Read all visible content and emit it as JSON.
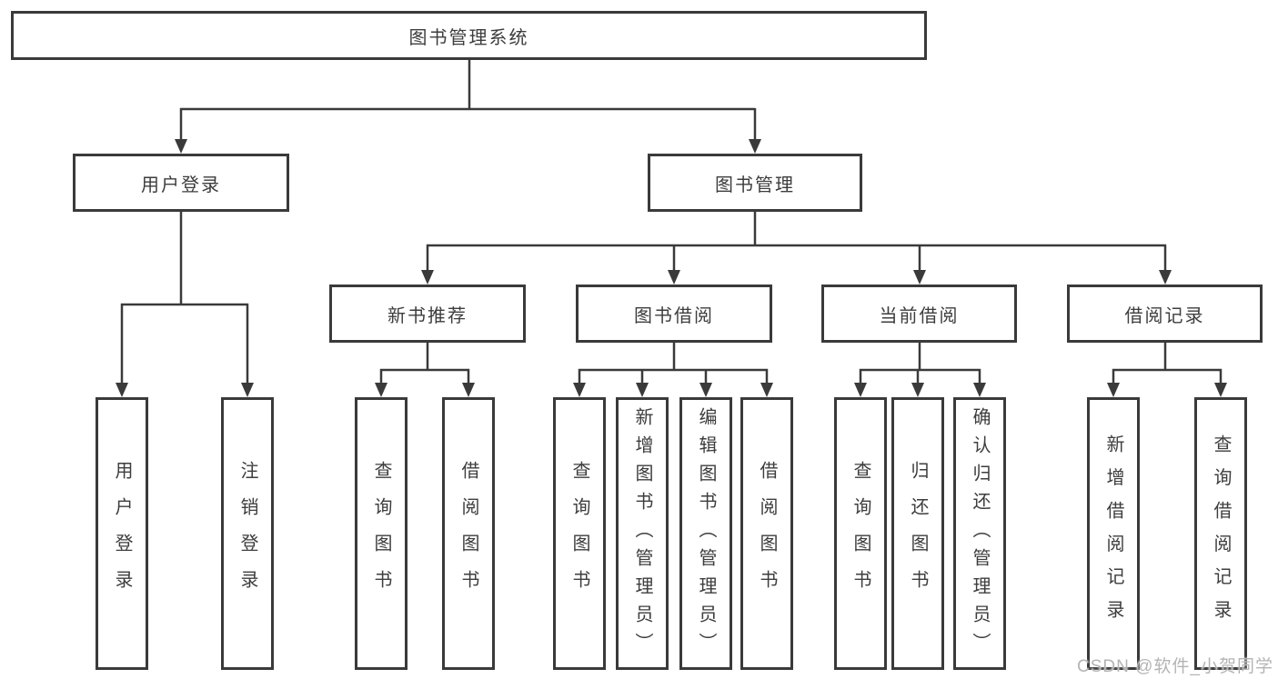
{
  "tree": {
    "label": "图书管理系统",
    "children": [
      {
        "label": "用户登录",
        "children": [
          {
            "label": "用户登录"
          },
          {
            "label": "注销登录"
          }
        ]
      },
      {
        "label": "图书管理",
        "children": [
          {
            "label": "新书推荐",
            "children": [
              {
                "label": "查询图书"
              },
              {
                "label": "借阅图书"
              }
            ]
          },
          {
            "label": "图书借阅",
            "children": [
              {
                "label": "查询图书"
              },
              {
                "label": "新增图书（管理员）"
              },
              {
                "label": "编辑图书（管理员）"
              },
              {
                "label": "借阅图书"
              }
            ]
          },
          {
            "label": "当前借阅",
            "children": [
              {
                "label": "查询图书"
              },
              {
                "label": "归还图书"
              },
              {
                "label": "确认归还（管理员）"
              }
            ]
          },
          {
            "label": "借阅记录",
            "children": [
              {
                "label": "新增借阅记录"
              },
              {
                "label": "查询借阅记录"
              }
            ]
          }
        ]
      }
    ]
  },
  "watermark": {
    "text": "CSDN @软件_小贺同学"
  },
  "colors": {
    "line": "#3a3a3a",
    "text": "#3d3d3d",
    "watermark": "#b4b4b4",
    "background": "#ffffff"
  }
}
